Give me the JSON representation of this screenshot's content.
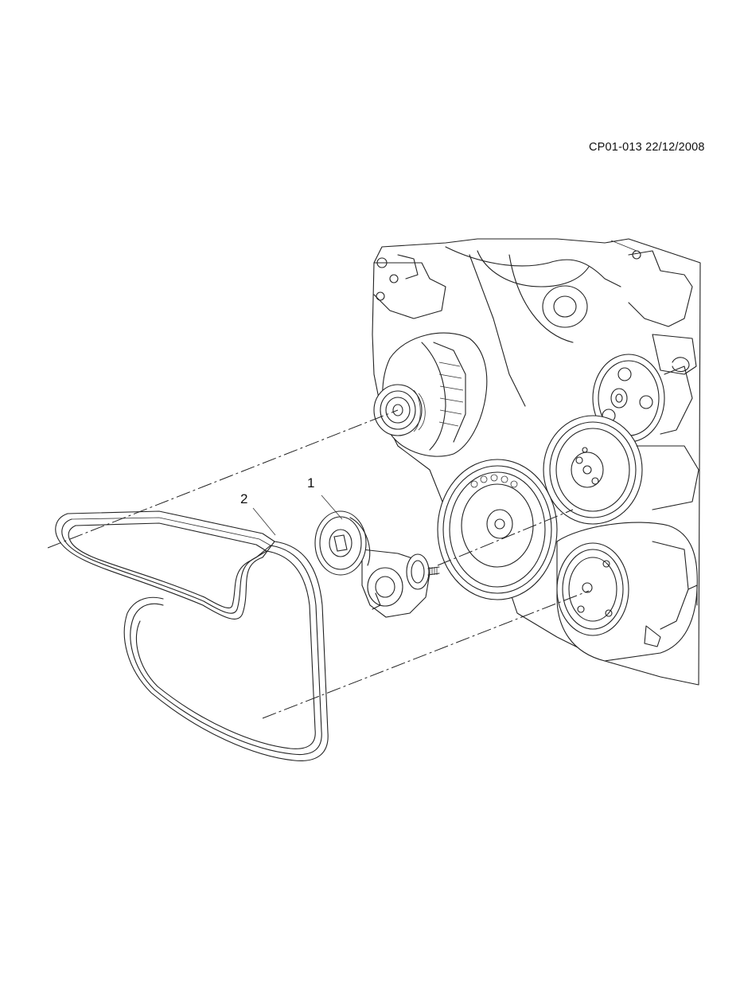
{
  "header": {
    "reference": "CP01-013 22/12/2008"
  },
  "callouts": {
    "item_1": "1",
    "item_2": "2"
  }
}
